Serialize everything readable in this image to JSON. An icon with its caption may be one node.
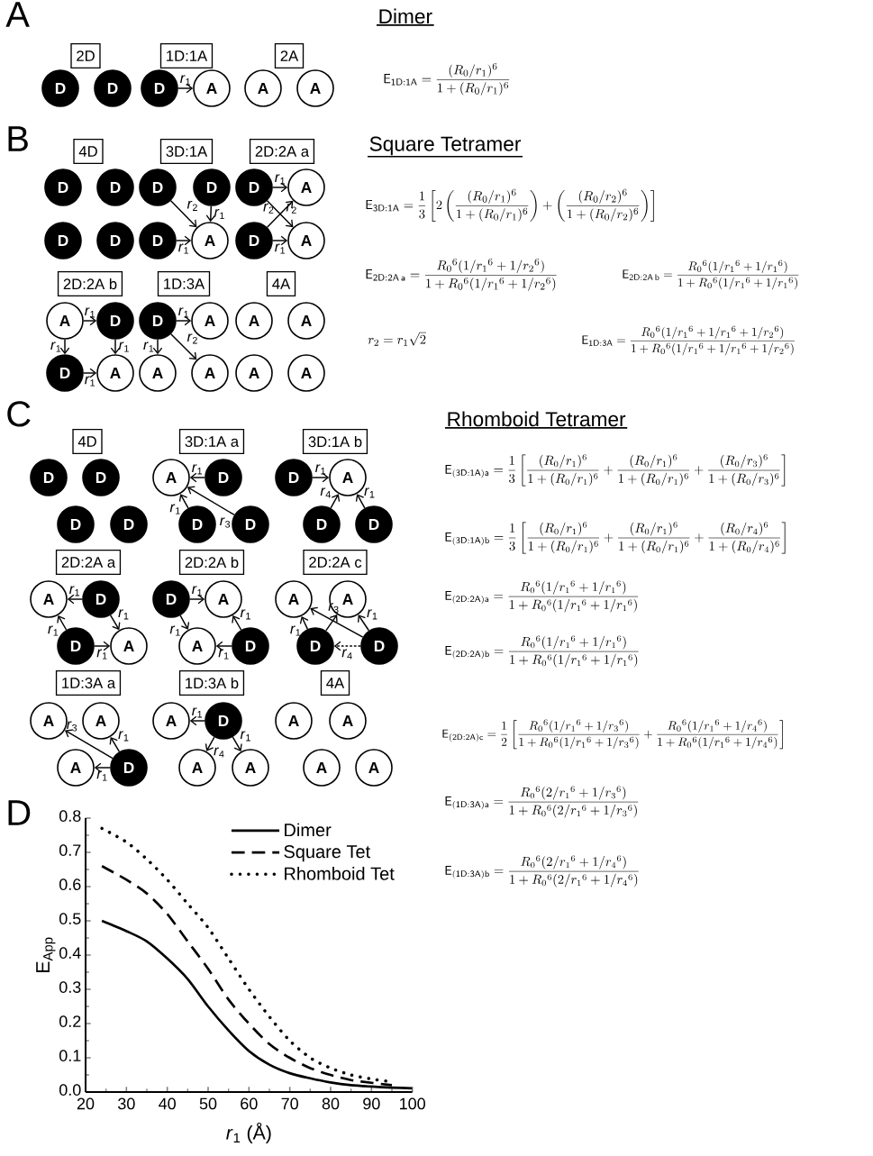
{
  "diagram": {
    "nodes": [
      {
        "text": [
          "2D"
        ]
      },
      {
        "text": [
          "D"
        ]
      },
      {
        "text": [
          "D"
        ]
      },
      {
        "text": [
          "1D:1A"
        ]
      },
      {
        "text": [
          "D"
        ]
      },
      {
        "text": [
          "A"
        ]
      },
      {
        "text": [
          "2A"
        ]
      },
      {
        "text": [
          "A"
        ]
      },
      {
        "text": [
          "A"
        ]
      },
      {
        "text": [
          "4D"
        ]
      },
      {
        "text": [
          "D"
        ]
      },
      {
        "text": [
          "D"
        ]
      },
      {
        "text": [
          "D"
        ]
      },
      {
        "text": [
          "D"
        ]
      },
      {
        "text": [
          "3D:1A"
        ]
      },
      {
        "text": [
          "D"
        ]
      },
      {
        "text": [
          "D"
        ]
      },
      {
        "text": [
          "D"
        ]
      },
      {
        "text": [
          "A"
        ]
      },
      {
        "text": [
          "2D:2A a"
        ]
      },
      {
        "text": [
          "D"
        ]
      },
      {
        "text": [
          "A"
        ]
      },
      {
        "text": [
          "D"
        ]
      },
      {
        "text": [
          "A"
        ]
      },
      {
        "text": [
          "2D:2A b"
        ]
      },
      {
        "text": [
          "A"
        ]
      },
      {
        "text": [
          "D"
        ]
      },
      {
        "text": [
          "D"
        ]
      },
      {
        "text": [
          "A"
        ]
      },
      {
        "text": [
          "1D:3A"
        ]
      },
      {
        "text": [
          "D"
        ]
      },
      {
        "text": [
          "A"
        ]
      },
      {
        "text": [
          "A"
        ]
      },
      {
        "text": [
          "A"
        ]
      },
      {
        "text": [
          "4A"
        ]
      },
      {
        "text": [
          "A"
        ]
      },
      {
        "text": [
          "A"
        ]
      },
      {
        "text": [
          "A"
        ]
      },
      {
        "text": [
          "A"
        ]
      },
      {
        "text": [
          "4D"
        ]
      },
      {
        "text": [
          "D"
        ]
      },
      {
        "text": [
          "D"
        ]
      },
      {
        "text": [
          "D"
        ]
      },
      {
        "text": [
          "D"
        ]
      },
      {
        "text": [
          "3D:1A a"
        ]
      },
      {
        "text": [
          "A"
        ]
      },
      {
        "text": [
          "D"
        ]
      },
      {
        "text": [
          "D"
        ]
      },
      {
        "text": [
          "D"
        ]
      },
      {
        "text": [
          "3D:1A b"
        ]
      },
      {
        "text": [
          "D"
        ]
      },
      {
        "text": [
          "A"
        ]
      },
      {
        "text": [
          "D"
        ]
      },
      {
        "text": [
          "D"
        ]
      },
      {
        "text": [
          "2D:2A a"
        ]
      },
      {
        "text": [
          "A"
        ]
      },
      {
        "text": [
          "D"
        ]
      },
      {
        "text": [
          "D"
        ]
      },
      {
        "text": [
          "A"
        ]
      },
      {
        "text": [
          "2D:2A b"
        ]
      },
      {
        "text": [
          "D"
        ]
      },
      {
        "text": [
          "A"
        ]
      },
      {
        "text": [
          "A"
        ]
      },
      {
        "text": [
          "D"
        ]
      },
      {
        "text": [
          "2D:2A c"
        ]
      },
      {
        "text": [
          "A"
        ]
      },
      {
        "text": [
          "A"
        ]
      },
      {
        "text": [
          "D"
        ]
      },
      {
        "text": [
          "D"
        ]
      },
      {
        "text": [
          "1D:3A a"
        ]
      },
      {
        "text": [
          "A"
        ]
      },
      {
        "text": [
          "A"
        ]
      },
      {
        "text": [
          "A"
        ]
      },
      {
        "text": [
          "D"
        ]
      },
      {
        "text": [
          "1D:3A b"
        ]
      },
      {
        "text": [
          "A"
        ]
      },
      {
        "text": [
          "D"
        ]
      },
      {
        "text": [
          "A"
        ]
      },
      {
        "text": [
          "A"
        ]
      },
      {
        "text": [
          "4A"
        ]
      },
      {
        "text": [
          "A"
        ]
      },
      {
        "text": [
          "A"
        ]
      },
      {
        "text": [
          "A"
        ]
      },
      {
        "text": [
          "A"
        ]
      }
    ],
    "edges": [
      {
        "from": 4,
        "to": 5,
        "arrow": "to",
        "label": "*r*$_{1}$"
      },
      {
        "from": 15,
        "to": 18,
        "arrow": "to",
        "label": "*r*$_{2}$"
      },
      {
        "from": 16,
        "to": 18,
        "arrow": "to",
        "label": "*r*$_{1}$"
      },
      {
        "from": 17,
        "to": 18,
        "arrow": "to",
        "label": "*r*$_{1}$"
      },
      {
        "from": 20,
        "to": 21,
        "arrow": "to",
        "label": "*r*$_{1}$"
      },
      {
        "from": 20,
        "to": 23,
        "arrow": "to",
        "label": "*r*$_{2}$"
      },
      {
        "from": 22,
        "to": 21,
        "arrow": "to",
        "label": "*r*$_{2}$"
      },
      {
        "from": 22,
        "to": 23,
        "arrow": "to",
        "label": "*r*$_{1}$"
      },
      {
        "from": 25,
        "to": 26,
        "arrow": "to",
        "label": "*r*$_{1}$"
      },
      {
        "from": 25,
        "to": 27,
        "arrow": "to",
        "label": "*r*$_{1}$"
      },
      {
        "from": 26,
        "to": 28,
        "arrow": "to",
        "label": "*r*$_{1}$"
      },
      {
        "from": 27,
        "to": 28,
        "arrow": "to",
        "label": "*r*$_{1}$"
      },
      {
        "from": 30,
        "to": 31,
        "arrow": "to",
        "label": "*r*$_{1}$"
      },
      {
        "from": 30,
        "to": 32,
        "arrow": "to",
        "label": "*r*$_{1}$"
      },
      {
        "from": 30,
        "to": 33,
        "arrow": "to",
        "label": "*r*$_{2}$"
      },
      {
        "from": 46,
        "to": 45,
        "arrow": "to",
        "label": "*r*$_{1}$"
      },
      {
        "from": 47,
        "to": 45,
        "arrow": "to",
        "label": "*r*$_{1}$"
      },
      {
        "from": 48,
        "to": 45,
        "arrow": "to",
        "label": "*r*$_{3}$"
      },
      {
        "from": 50,
        "to": 51,
        "arrow": "to",
        "label": "*r*$_{1}$"
      },
      {
        "from": 52,
        "to": 51,
        "arrow": "to",
        "label": "*r*$_{4}$"
      },
      {
        "from": 53,
        "to": 51,
        "arrow": "to",
        "label": "*r*$_{1}$"
      },
      {
        "from": 56,
        "to": 55,
        "arrow": "to",
        "label": "*r*$_{1}$"
      },
      {
        "from": 56,
        "to": 58,
        "arrow": "to",
        "label": "*r*$_{1}$"
      },
      {
        "from": 57,
        "to": 55,
        "arrow": "to",
        "label": "*r*$_{1}$"
      },
      {
        "from": 57,
        "to": 58,
        "arrow": "to",
        "label": "*r*$_{1}$"
      },
      {
        "from": 60,
        "to": 61,
        "arrow": "to",
        "label": "*r*$_{1}$"
      },
      {
        "from": 60,
        "to": 62,
        "arrow": "to",
        "label": "*r*$_{1}$"
      },
      {
        "from": 63,
        "to": 61,
        "arrow": "to",
        "label": "*r*$_{1}$"
      },
      {
        "from": 63,
        "to": 62,
        "arrow": "to",
        "label": "*r*$_{1}$"
      },
      {
        "from": 67,
        "to": 65,
        "arrow": "to",
        "label": "*r*$_{1}$"
      },
      {
        "from": 67,
        "to": 66,
        "arrow": "to"
      },
      {
        "from": 68,
        "to": 65,
        "arrow": "to",
        "label": "*r*$_{3}$"
      },
      {
        "from": 68,
        "to": 66,
        "arrow": "to",
        "label": "*r*$_{1}$"
      },
      {
        "from": 68,
        "to": 67,
        "arrow": "to",
        "label": "*r*$_{4}$",
        "style": "dashed"
      },
      {
        "from": 73,
        "to": 70,
        "arrow": "to",
        "label": "*r*$_{3}$"
      },
      {
        "from": 73,
        "to": 71,
        "arrow": "to",
        "label": "*r*$_{1}$"
      },
      {
        "from": 73,
        "to": 72,
        "arrow": "to",
        "label": "*r*$_{1}$"
      },
      {
        "from": 76,
        "to": 75,
        "arrow": "to",
        "label": "*r*$_{1}$"
      },
      {
        "from": 76,
        "to": 77,
        "arrow": "to",
        "label": "*r*$_{4}$"
      },
      {
        "from": 76,
        "to": 78,
        "arrow": "to",
        "label": "*r*$_{1}$"
      }
    ],
    "labels": [
      "A",
      "Dimer",
      "\\mathsf{E}_{\\mathsf{1D{:}1A}} = \\dfrac{(R_0/r_1)^6}{1+(R_0/r_1)^6}",
      "B",
      "Square Tetramer",
      "\\mathsf{E}_{\\mathsf{3D{:}1A}} = \\dfrac{1}{3}\\left[2\\left(\\dfrac{(R_0/r_1)^6}{1+(R_0/r_1)^6}\\right)+\\left(\\dfrac{(R_0/r_2)^6}{1+(R_0/r_2)^6}\\right)\\right]",
      "\\mathsf{E}_{\\mathsf{2D{:}2A\\,a}} = \\dfrac{R_0{}^6(1/r_1{}^6+1/r_2{}^6)}{1+R_0{}^6(1/r_1{}^6+1/r_2{}^6)}",
      "\\mathsf{E}_{\\mathsf{2D{:}2A\\,b}} = \\dfrac{R_0{}^6(1/r_1{}^6+1/r_1{}^6)}{1+R_0{}^6(1/r_1{}^6+1/r_1{}^6)}",
      "r_2 = r_1\\sqrt{2}",
      "\\mathsf{E}_{\\mathsf{1D{:}3A}} = \\dfrac{R_0{}^6(1/r_1{}^6+1/r_1{}^6+1/r_2{}^6)}{1+R_0{}^6(1/r_1{}^6+1/r_1{}^6+1/r_2{}^6)}",
      "C",
      "Rhomboid Tetramer",
      "\\mathsf{E}_{\\mathsf{(3D{:}1A)a}} = \\dfrac{1}{3}\\left[\\dfrac{(R_0/r_1)^6}{1+(R_0/r_1)^6}+\\dfrac{(R_0/r_1)^6}{1+(R_0/r_1)^6}+\\dfrac{(R_0/r_3)^6}{1+(R_0/r_3)^6}\\right]",
      "\\mathsf{E}_{\\mathsf{(3D{:}1A)b}} = \\dfrac{1}{3}\\left[\\dfrac{(R_0/r_1)^6}{1+(R_0/r_1)^6}+\\dfrac{(R_0/r_1)^6}{1+(R_0/r_1)^6}+\\dfrac{(R_0/r_4)^6}{1+(R_0/r_4)^6}\\right]",
      "\\mathsf{E}_{\\mathsf{(2D{:}2A)a}} = \\dfrac{R_0{}^6(1/r_1{}^6+1/r_1{}^6)}{1+R_0{}^6(1/r_1{}^6+1/r_1{}^6)}",
      "\\mathsf{E}_{\\mathsf{(2D{:}2A)b}} = \\dfrac{R_0{}^6(1/r_1{}^6+1/r_1{}^6)}{1+R_0{}^6(1/r_1{}^6+1/r_1{}^6)}",
      "\\mathsf{E}_{\\mathsf{(2D{:}2A)c}} = \\dfrac{1}{2}\\left[\\dfrac{R_0{}^6(1/r_1{}^6+1/r_3{}^6)}{1+R_0{}^6(1/r_1{}^6+1/r_3{}^6)}+\\dfrac{R_0{}^6(1/r_1{}^6+1/r_4{}^6)}{1+R_0{}^6(1/r_1{}^6+1/r_4{}^6)}\\right]",
      "\\mathsf{E}_{\\mathsf{(1D{:}3A)a}} = \\dfrac{R_0{}^6(2/r_1{}^6+1/r_3{}^6)}{1+R_0{}^6(2/r_1{}^6+1/r_3{}^6)}",
      "\\mathsf{E}_{\\mathsf{(1D{:}3A)b}} = \\dfrac{R_0{}^6(2/r_1{}^6+1/r_4{}^6)}{1+R_0{}^6(2/r_1{}^6+1/r_4{}^6)}",
      "D"
    ],
    "chart_data": {
      "type": "line",
      "xlabel": "*r*$_{1}$ (Å)",
      "ylabel": "E$_{App}$",
      "x": [
        24,
        30,
        35,
        40,
        45,
        50,
        55,
        60,
        65,
        70,
        75,
        80,
        85,
        90,
        95,
        100
      ],
      "series": [
        {
          "name": "Dimer",
          "color": "#000000",
          "line_style": "solid",
          "values": [
            0.5,
            0.47,
            0.44,
            0.39,
            0.33,
            0.25,
            0.18,
            0.12,
            0.08,
            0.055,
            0.04,
            0.028,
            0.02,
            0.016,
            0.013,
            0.011
          ]
        },
        {
          "name": "Square Tet",
          "color": "#000000",
          "line_style": "dashed",
          "values": [
            0.66,
            0.62,
            0.58,
            0.52,
            0.44,
            0.36,
            0.27,
            0.2,
            0.14,
            0.1,
            0.07,
            0.05,
            0.035,
            0.027,
            0.02,
            null
          ]
        },
        {
          "name": "Rhomboid Tet",
          "color": "#000000",
          "line_style": "dotted",
          "values": [
            0.77,
            0.73,
            0.68,
            0.62,
            0.55,
            0.48,
            0.39,
            0.3,
            0.22,
            0.15,
            0.1,
            0.07,
            0.05,
            0.038,
            0.03,
            null
          ]
        }
      ],
      "legend": "upper right",
      "xlim": [
        20,
        100
      ],
      "ylim": [
        0,
        0.8
      ],
      "xticks": [
        20,
        30,
        40,
        50,
        60,
        70,
        80,
        90,
        100
      ],
      "yticks": [
        {
          "value": 0,
          "label": "0.0"
        },
        {
          "value": 0.1,
          "label": "0.1"
        },
        {
          "value": 0.2,
          "label": "0.2"
        },
        {
          "value": 0.3,
          "label": "0.3"
        },
        {
          "value": 0.4,
          "label": "0.4"
        },
        {
          "value": 0.5,
          "label": "0.5"
        },
        {
          "value": 0.6,
          "label": "0.6"
        },
        {
          "value": 0.7,
          "label": "0.7"
        },
        {
          "value": 0.8,
          "label": "0.8"
        }
      ]
    }
  }
}
